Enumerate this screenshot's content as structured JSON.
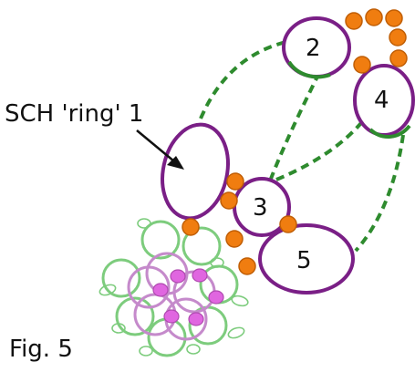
{
  "diagram": {
    "callout_label": "SCH 'ring' 1",
    "figure_caption": "Fig. 5",
    "rings": [
      {
        "id": "ring-1",
        "number": ""
      },
      {
        "id": "ring-2",
        "number": "2"
      },
      {
        "id": "ring-3",
        "number": "3"
      },
      {
        "id": "ring-4",
        "number": "4"
      },
      {
        "id": "ring-5",
        "number": "5"
      }
    ],
    "colors": {
      "ring_outline": "#7a1f86",
      "ring_green_arc": "#2e8b2e",
      "bead": "#f07d10",
      "bead_outline": "#c05e05",
      "dashed_thread": "#2e8b2e",
      "motif_green": "#7dcc7d",
      "motif_purple": "#c58acb",
      "motif_bead": "#e066e0",
      "text": "#111111"
    }
  }
}
